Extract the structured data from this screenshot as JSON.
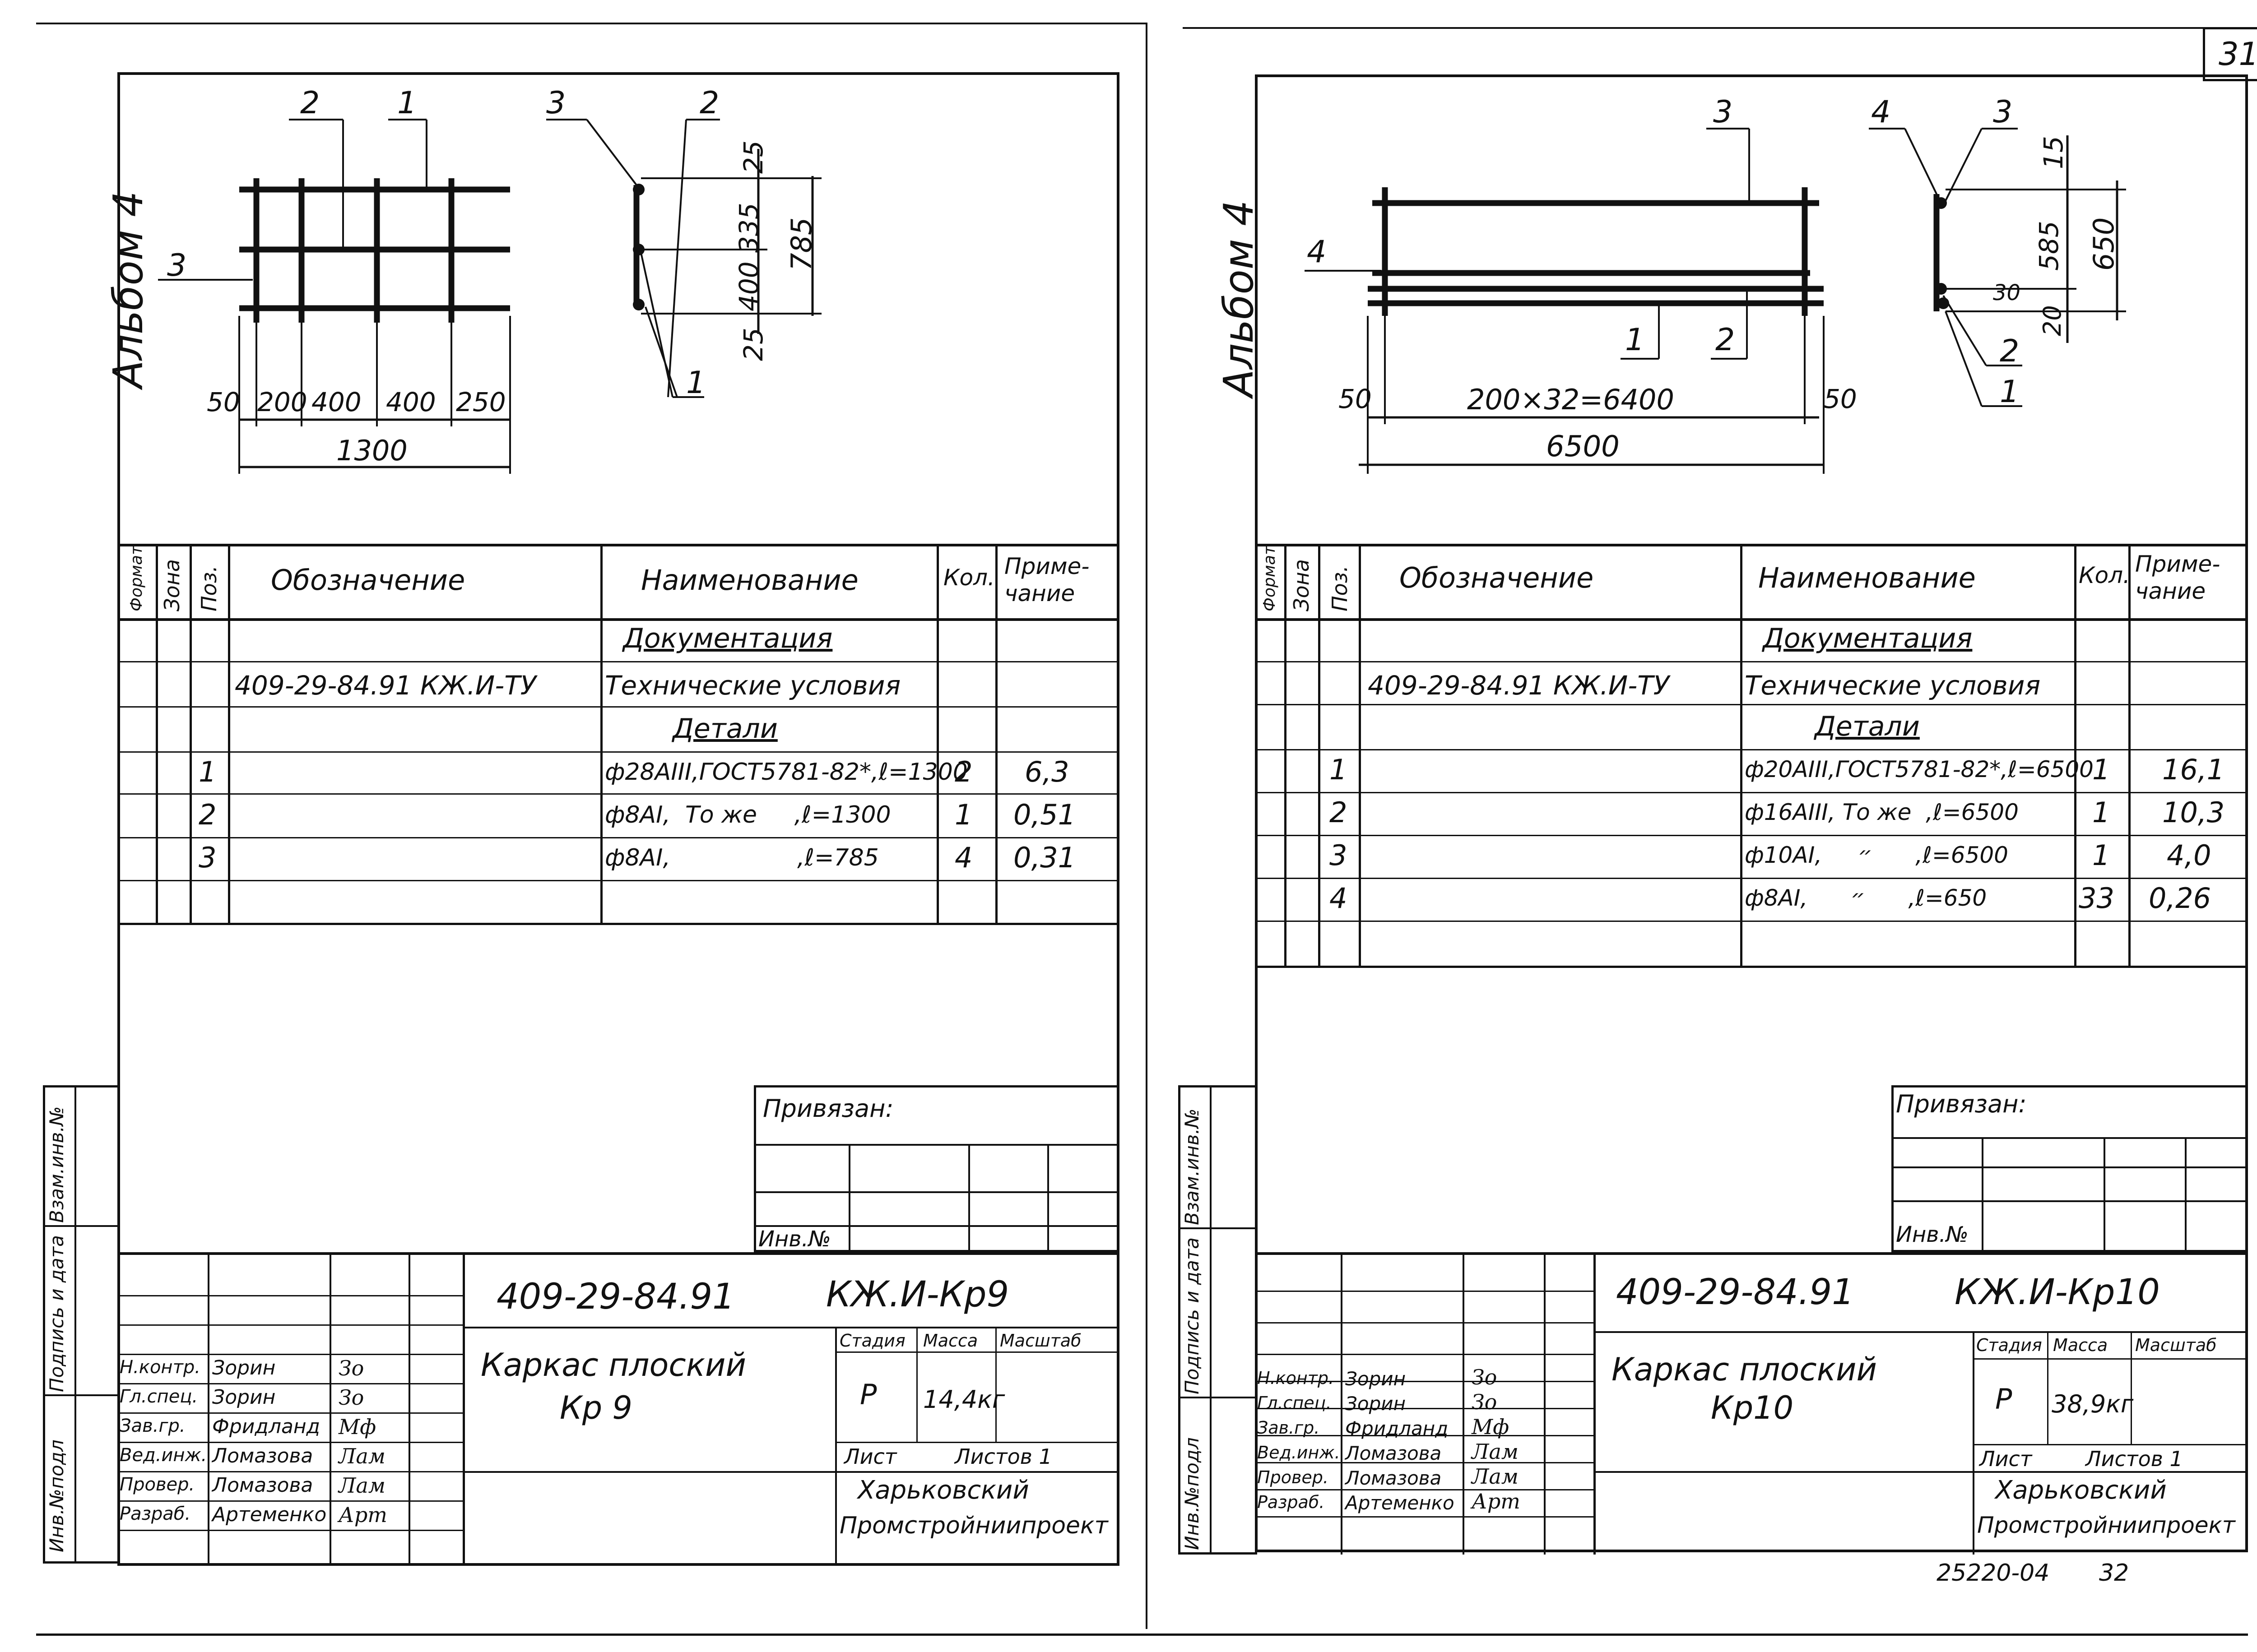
{
  "page_number": "31",
  "footer": {
    "code": "25220-04",
    "page": "32"
  },
  "sheets": [
    {
      "album": "Альбом 4",
      "drawing": {
        "plan_callouts": [
          "2",
          "1",
          "3"
        ],
        "section_callouts": [
          "3",
          "2",
          "1"
        ],
        "section_dims": [
          "25",
          "335",
          "400",
          "25",
          "785"
        ],
        "bottom_dims": [
          "50",
          "200",
          "400",
          "400",
          "250"
        ],
        "overall": "1300"
      },
      "spec_headers": {
        "format": "Формат",
        "zone": "Зона",
        "pos": "Поз.",
        "designation": "Обозначение",
        "name": "Наименование",
        "qty": "Кол.",
        "note": "Приме-\nчание"
      },
      "rows": [
        {
          "pos": "",
          "designation": "",
          "name": "Документация",
          "qty": "",
          "note": ""
        },
        {
          "pos": "",
          "designation": "409-29-84.91 КЖ.И-ТУ",
          "name": "Технические условия",
          "qty": "",
          "note": ""
        },
        {
          "pos": "",
          "designation": "",
          "name": "Детали",
          "qty": "",
          "note": ""
        },
        {
          "pos": "1",
          "designation": "",
          "name": "ф28АIII,ГОСТ5781-82*,ℓ=1300",
          "qty": "2",
          "note": "6,3"
        },
        {
          "pos": "2",
          "designation": "",
          "name": "ф8АI,  То же     ,ℓ=1300",
          "qty": "1",
          "note": "0,51"
        },
        {
          "pos": "3",
          "designation": "",
          "name": "ф8АI,                 ,ℓ=785",
          "qty": "4",
          "note": "0,31"
        },
        {
          "pos": "",
          "designation": "",
          "name": "",
          "qty": "",
          "note": ""
        }
      ],
      "privyazan": "Привязан:",
      "inv_no": "Инв.№",
      "left_strip": [
        "Инв.№подл",
        "Подпись и дата",
        "Взам.инв.№"
      ],
      "stamp": {
        "code": "409-29-84.91",
        "mark": "КЖ.И-Кр9",
        "title": "Каркас плоский",
        "subtitle": "Кр 9",
        "stage_label": "Стадия",
        "mass_label": "Масса",
        "scale_label": "Масштаб",
        "stage": "Р",
        "mass": "14,4кг",
        "scale": "",
        "sheet_label": "Лист",
        "sheets_label": "Листов 1",
        "org1": "Харьковский",
        "org2": "Промстройниипроект",
        "roles": [
          {
            "role": "Н.контр.",
            "name": "Зорин",
            "sign": "Зо"
          },
          {
            "role": "Гл.спец.",
            "name": "Зорин",
            "sign": "Зо"
          },
          {
            "role": "Зав.гр.",
            "name": "Фридланд",
            "sign": "Мф"
          },
          {
            "role": "Вед.инж.",
            "name": "Ломазова",
            "sign": "Лам"
          },
          {
            "role": "Провер.",
            "name": "Ломазова",
            "sign": "Лам"
          },
          {
            "role": "Разраб.",
            "name": "Артеменко",
            "sign": "Арт"
          }
        ]
      }
    },
    {
      "album": "Альбом 4",
      "drawing": {
        "plan_callouts": [
          "3",
          "4",
          "1",
          "2"
        ],
        "section_callouts": [
          "4",
          "3",
          "2",
          "1"
        ],
        "section_dims": [
          "15",
          "585",
          "30",
          "20",
          "650"
        ],
        "bottom_dims": [
          "50",
          "200×32=6400",
          "50"
        ],
        "overall": "6500"
      },
      "spec_headers": {
        "format": "Формат",
        "zone": "Зона",
        "pos": "Поз.",
        "designation": "Обозначение",
        "name": "Наименование",
        "qty": "Кол.",
        "note": "Приме-\nчание"
      },
      "rows": [
        {
          "pos": "",
          "designation": "",
          "name": "Документация",
          "qty": "",
          "note": ""
        },
        {
          "pos": "",
          "designation": "409-29-84.91 КЖ.И-ТУ",
          "name": "Технические условия",
          "qty": "",
          "note": ""
        },
        {
          "pos": "",
          "designation": "",
          "name": "Детали",
          "qty": "",
          "note": ""
        },
        {
          "pos": "1",
          "designation": "",
          "name": "ф20АIII,ГОСТ5781-82*,ℓ=6500",
          "qty": "1",
          "note": "16,1"
        },
        {
          "pos": "2",
          "designation": "",
          "name": "ф16АIII, То же  ,ℓ=6500",
          "qty": "1",
          "note": "10,3"
        },
        {
          "pos": "3",
          "designation": "",
          "name": "ф10АI,     ״      ,ℓ=6500",
          "qty": "1",
          "note": "4,0"
        },
        {
          "pos": "4",
          "designation": "",
          "name": "ф8АI,      ״      ,ℓ=650",
          "qty": "33",
          "note": "0,26"
        },
        {
          "pos": "",
          "designation": "",
          "name": "",
          "qty": "",
          "note": ""
        }
      ],
      "privyazan": "Привязан:",
      "inv_no": "Инв.№",
      "left_strip": [
        "Инв.№подл",
        "Подпись и дата",
        "Взам.инв.№"
      ],
      "stamp": {
        "code": "409-29-84.91",
        "mark": "КЖ.И-Кр10",
        "title": "Каркас плоский",
        "subtitle": "Кр10",
        "stage_label": "Стадия",
        "mass_label": "Масса",
        "scale_label": "Масштаб",
        "stage": "Р",
        "mass": "38,9кг",
        "scale": "",
        "sheet_label": "Лист",
        "sheets_label": "Листов 1",
        "org1": "Харьковский",
        "org2": "Промстройниипроект",
        "roles": [
          {
            "role": "Н.контр.",
            "name": "Зорин",
            "sign": "Зо"
          },
          {
            "role": "Гл.спец.",
            "name": "Зорин",
            "sign": "Зо"
          },
          {
            "role": "Зав.гр.",
            "name": "Фридланд",
            "sign": "Мф"
          },
          {
            "role": "Вед.инж.",
            "name": "Ломазова",
            "sign": "Лам"
          },
          {
            "role": "Провер.",
            "name": "Ломазова",
            "sign": "Лам"
          },
          {
            "role": "Разраб.",
            "name": "Артеменко",
            "sign": "Арт"
          }
        ]
      }
    }
  ]
}
